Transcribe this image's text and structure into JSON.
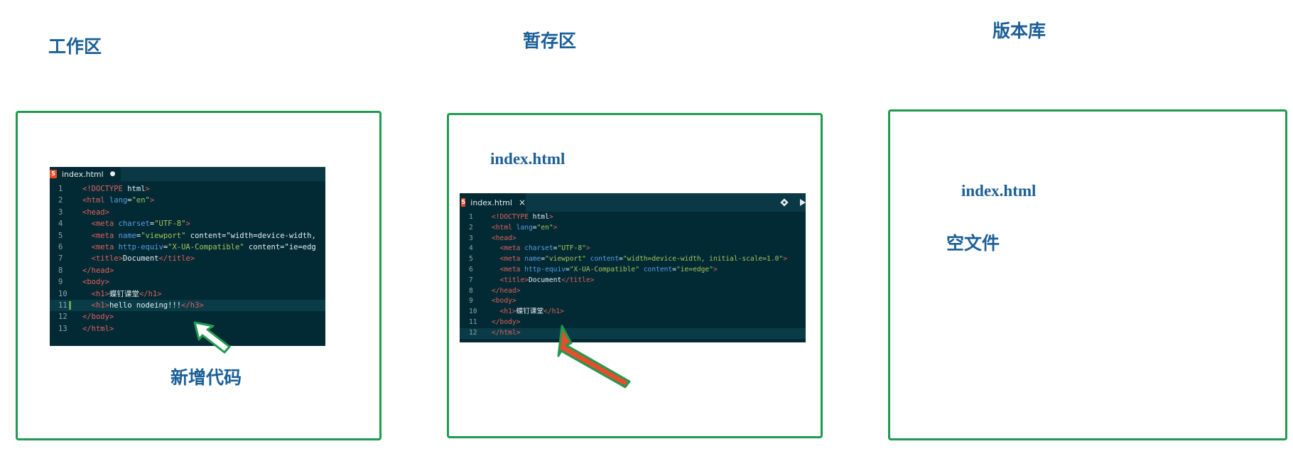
{
  "zones": {
    "working": {
      "title": "工作区",
      "annotation": "新增代码"
    },
    "staging": {
      "title": "暂存区",
      "file": "index.html"
    },
    "repository": {
      "title": "版本库",
      "file": "index.html",
      "status": "空文件"
    }
  },
  "editor_working": {
    "tab_label": "index.html",
    "tab_marker": "●",
    "lines": [
      {
        "n": "1",
        "code": "<!DOCTYPE html>"
      },
      {
        "n": "2",
        "code": "<html lang=\"en\">"
      },
      {
        "n": "3",
        "code": "<head>"
      },
      {
        "n": "4",
        "code": "  <meta charset=\"UTF-8\">"
      },
      {
        "n": "5",
        "code": "  <meta name=\"viewport\" content=\"width=device-width,"
      },
      {
        "n": "6",
        "code": "  <meta http-equiv=\"X-UA-Compatible\" content=\"ie=edg"
      },
      {
        "n": "7",
        "code": "  <title>Document</title>"
      },
      {
        "n": "8",
        "code": "</head>"
      },
      {
        "n": "9",
        "code": "<body>"
      },
      {
        "n": "10",
        "code": "  <h1>蝶钉课堂</h1>"
      },
      {
        "n": "11",
        "code": "  <h1>hello nodeing!!!</h3>"
      },
      {
        "n": "12",
        "code": "</body>"
      },
      {
        "n": "13",
        "code": "</html>"
      }
    ]
  },
  "editor_staging": {
    "tab_label": "index.html",
    "tab_marker": "×",
    "lines": [
      {
        "n": "1",
        "code": "<!DOCTYPE html>"
      },
      {
        "n": "2",
        "code": "<html lang=\"en\">"
      },
      {
        "n": "3",
        "code": "<head>"
      },
      {
        "n": "4",
        "code": "  <meta charset=\"UTF-8\">"
      },
      {
        "n": "5",
        "code": "  <meta name=\"viewport\" content=\"width=device-width, initial-scale=1.0\">"
      },
      {
        "n": "6",
        "code": "  <meta http-equiv=\"X-UA-Compatible\" content=\"ie=edge\">"
      },
      {
        "n": "7",
        "code": "  <title>Document</title>"
      },
      {
        "n": "8",
        "code": "</head>"
      },
      {
        "n": "9",
        "code": "<body>"
      },
      {
        "n": "10",
        "code": "  <h1>蝶钉课堂</h1>"
      },
      {
        "n": "11",
        "code": "</body>"
      },
      {
        "n": "12",
        "code": "</html>"
      }
    ]
  },
  "colors": {
    "border_green": "#1f9a4f",
    "label_blue": "#1b5f97",
    "editor_bg": "#022a35",
    "arrow_fill_red": "#e0502f"
  },
  "icons": [
    "html5-icon",
    "close-icon",
    "git-icon",
    "play-icon",
    "arrow-icon"
  ]
}
